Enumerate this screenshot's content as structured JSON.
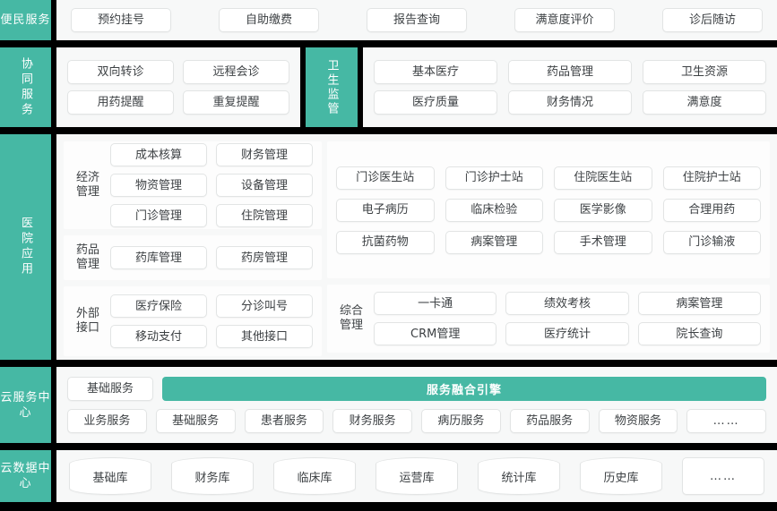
{
  "theme": {
    "accent": "#46b8a4",
    "panel_bg": "#f7f8f8",
    "card_bg": "#fdfdfd",
    "pill_bg": "#ffffff",
    "pill_border": "#e2e4e4",
    "text": "#3d4144",
    "page_bg": "#000000"
  },
  "rows": {
    "convenience": {
      "label": "便民服务",
      "items": [
        "预约挂号",
        "自助缴费",
        "报告查询",
        "满意度评价",
        "诊后随访"
      ]
    },
    "cooperation": {
      "label": "协同服务",
      "items": [
        "双向转诊",
        "远程会诊",
        "用药提醒",
        "重复提醒"
      ]
    },
    "supervision": {
      "label": "卫生监管",
      "items": [
        "基本医疗",
        "药品管理",
        "卫生资源",
        "医疗质量",
        "财务情况",
        "满意度"
      ]
    },
    "hospital": {
      "label": "医院应用",
      "groups": [
        {
          "key": "economic",
          "label": "经济管理",
          "items": [
            "成本核算",
            "财务管理",
            "物资管理",
            "设备管理",
            "门诊管理",
            "住院管理"
          ]
        },
        {
          "key": "drug",
          "label": "药品管理",
          "items": [
            "药库管理",
            "药房管理"
          ]
        },
        {
          "key": "external",
          "label": "外部接口",
          "items": [
            "医疗保险",
            "分诊叫号",
            "移动支付",
            "其他接口"
          ]
        },
        {
          "key": "clinical",
          "label": "",
          "items": [
            "门诊医生站",
            "门诊护士站",
            "住院医生站",
            "住院护士站",
            "电子病历",
            "临床检验",
            "医学影像",
            "合理用药",
            "抗菌药物",
            "病案管理",
            "手术管理",
            "门诊输液"
          ]
        },
        {
          "key": "comprehensive",
          "label": "综合管理",
          "items": [
            "一卡通",
            "绩效考核",
            "病案管理",
            "CRM管理",
            "医疗统计",
            "院长查询"
          ]
        }
      ]
    },
    "cloud_service": {
      "label": "云服务中心",
      "base_service": "基础服务",
      "engine": "服务融合引擎",
      "items": [
        "业务服务",
        "基础服务",
        "患者服务",
        "财务服务",
        "病历服务",
        "药品服务",
        "物资服务",
        "……"
      ]
    },
    "cloud_data": {
      "label": "云数据中心",
      "items": [
        "基础库",
        "财务库",
        "临床库",
        "运营库",
        "统计库",
        "历史库",
        "……"
      ]
    }
  }
}
